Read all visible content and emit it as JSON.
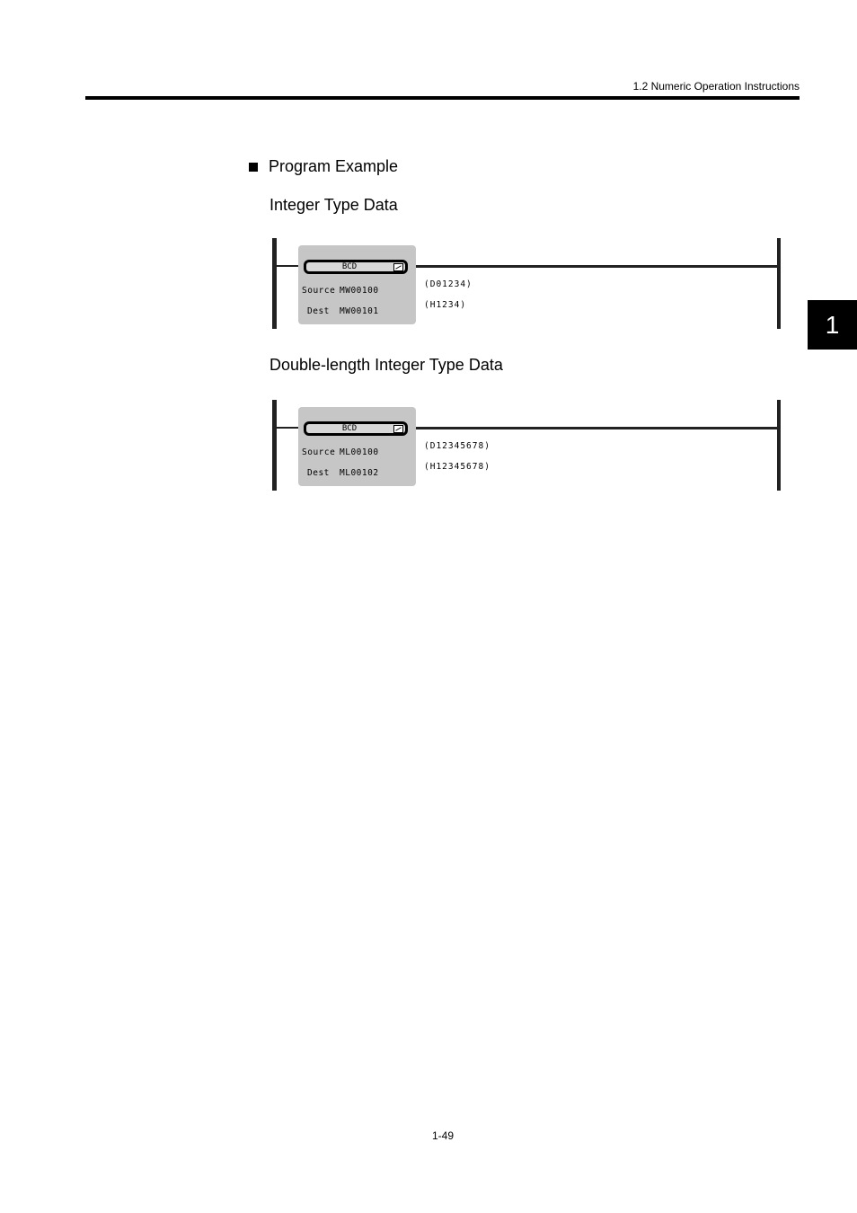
{
  "header": {
    "section_title": "1.2  Numeric Operation Instructions"
  },
  "chapter_tab": {
    "number": "1"
  },
  "content": {
    "heading": "Program Example",
    "examples": [
      {
        "title": "Integer Type Data",
        "block": {
          "function": "BCD",
          "source_label": "Source",
          "source_value": "MW00100",
          "dest_label": "Dest",
          "dest_value": "MW00101",
          "source_monitor": "(D01234)",
          "dest_monitor": "(H1234)"
        }
      },
      {
        "title": "Double-length Integer Type Data",
        "block": {
          "function": "BCD",
          "source_label": "Source",
          "source_value": "ML00100",
          "dest_label": "Dest",
          "dest_value": "ML00102",
          "source_monitor": "(D12345678)",
          "dest_monitor": "(H12345678)"
        }
      }
    ]
  },
  "footer": {
    "page_number": "1-49"
  }
}
